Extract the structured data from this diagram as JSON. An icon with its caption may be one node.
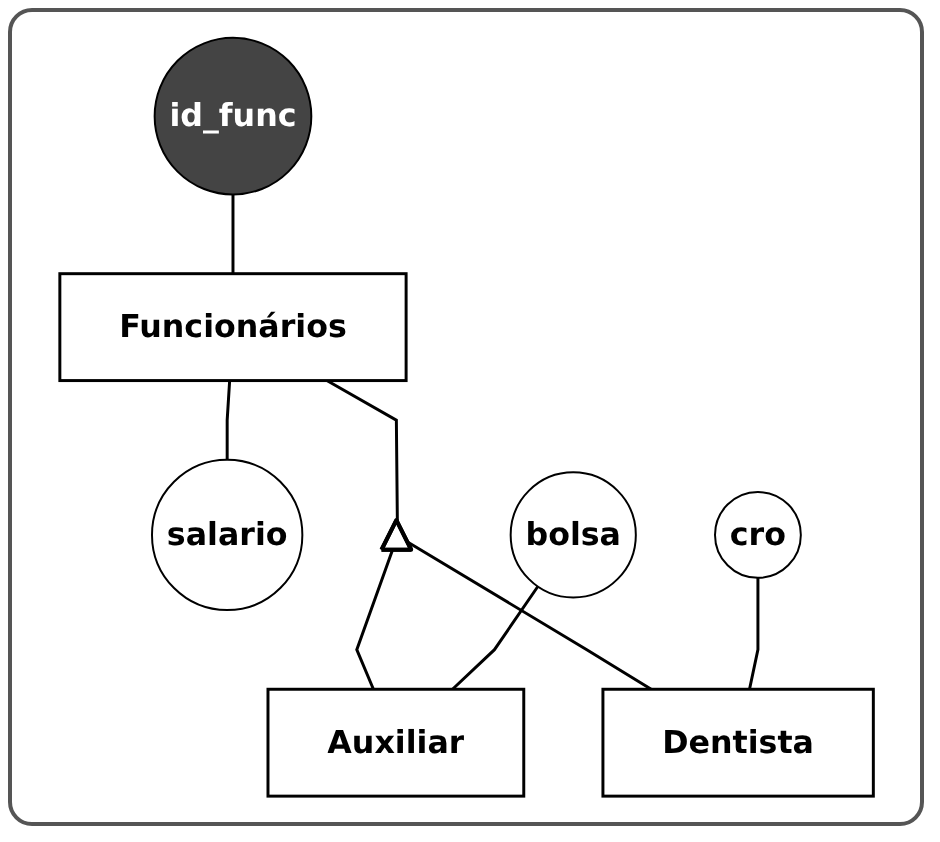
{
  "diagram": {
    "nodes": [
      {
        "text": [
          "id_func"
        ]
      },
      {
        "text": [
          "Funcionários"
        ]
      },
      {
        "text": [
          "salario"
        ]
      },
      {
        "text": [],
        "shape": "triangle"
      },
      {
        "text": [
          "bolsa"
        ]
      },
      {
        "text": [
          "cro"
        ]
      },
      {
        "text": [
          "Auxiliar"
        ]
      },
      {
        "text": [
          "Dentista"
        ]
      }
    ],
    "edges": [
      {
        "from": 0,
        "to": 1,
        "arrow": "none"
      },
      {
        "from": 1,
        "to": 2,
        "arrow": "none"
      },
      {
        "from": 1,
        "to": 3,
        "arrow": "none"
      },
      {
        "from": 3,
        "to": 6,
        "arrow": "none"
      },
      {
        "from": 3,
        "to": 7,
        "arrow": "none"
      },
      {
        "from": 4,
        "to": 6,
        "arrow": "none"
      },
      {
        "from": 5,
        "to": 7,
        "arrow": "none"
      }
    ]
  }
}
